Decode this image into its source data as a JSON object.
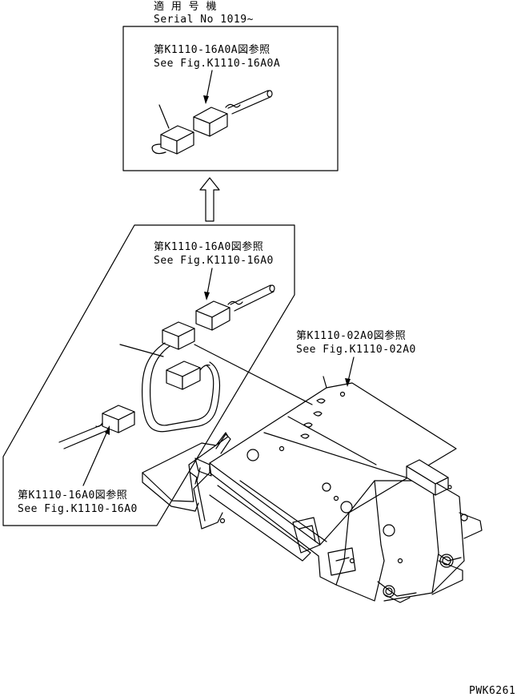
{
  "header": {
    "applicable_jp": "適 用 号 機",
    "serial": "Serial No 1019~"
  },
  "callouts": {
    "top_jp": "第K1110-16A0A図参照",
    "top_en": "See Fig.K1110-16A0A",
    "mid_jp": "第K1110-16A0図参照",
    "mid_en": "See Fig.K1110-16A0",
    "frame_jp": "第K1110-02A0図参照",
    "frame_en": "See Fig.K1110-02A0",
    "low_jp": "第K1110-16A0図参照",
    "low_en": "See Fig.K1110-16A0"
  },
  "figure_code": "PWK6261"
}
